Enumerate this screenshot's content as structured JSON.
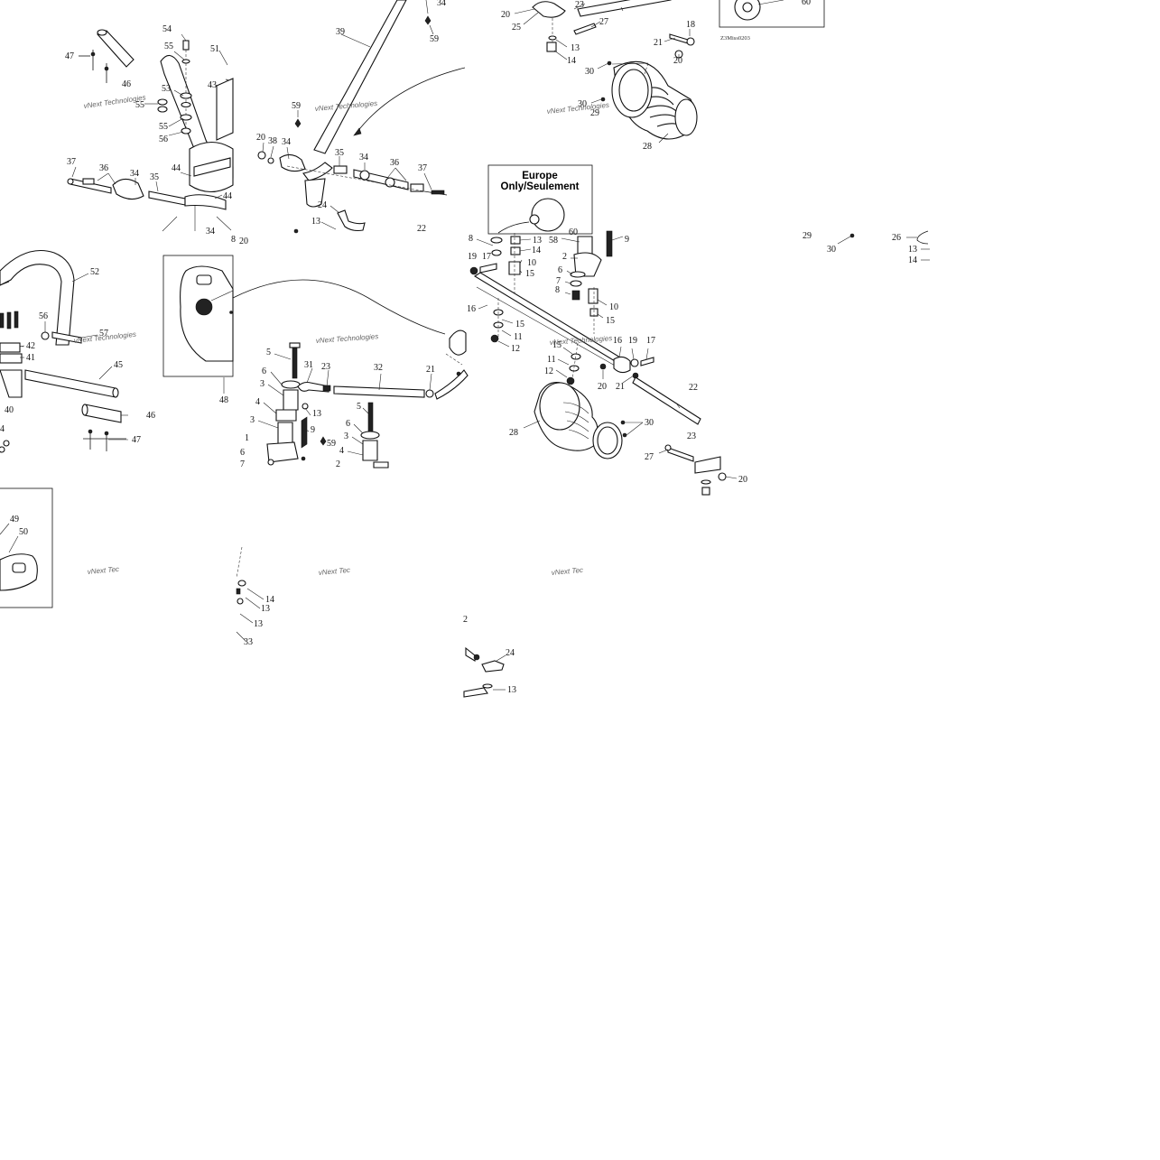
{
  "diagram": {
    "box_title_line1": "Europe",
    "box_title_line2": "Only/Seulement",
    "drawing_code": "Z3Miss0203",
    "watermark": "vNext Technologies",
    "watermark_partial": "vNext Tec",
    "watermark_partial2": "vNext Tec",
    "tiles": [
      {
        "id": "t1",
        "labels": [
          "47",
          "46",
          "54",
          "55",
          "51",
          "43",
          "53",
          "55",
          "55",
          "56",
          "37",
          "36",
          "34",
          "35",
          "44",
          "44",
          "20",
          "8",
          "34"
        ]
      },
      {
        "id": "t2",
        "labels": [
          "39",
          "34",
          "59",
          "59",
          "20",
          "38",
          "34",
          "35",
          "34",
          "36",
          "37",
          "24",
          "13",
          "22"
        ]
      },
      {
        "id": "t3",
        "labels": [
          "20",
          "23",
          "25",
          "27",
          "13",
          "14",
          "30",
          "30",
          "29",
          "28",
          "21",
          "18",
          "20"
        ]
      },
      {
        "id": "t4",
        "labels": [
          "60"
        ]
      },
      {
        "id": "t5",
        "labels": [
          "52",
          "56",
          "57",
          "42",
          "41",
          "45",
          "40",
          "46",
          "47",
          "4"
        ]
      },
      {
        "id": "t6",
        "labels": [
          "48"
        ]
      },
      {
        "id": "t7",
        "labels": [
          "5",
          "6",
          "3",
          "4",
          "3",
          "1",
          "6",
          "7",
          "31",
          "23",
          "13",
          "9",
          "59",
          "32",
          "21",
          "5",
          "6",
          "3",
          "4",
          "2"
        ]
      },
      {
        "id": "t8",
        "labels": [
          "8",
          "19",
          "17",
          "13",
          "14",
          "58",
          "60",
          "9",
          "10",
          "15",
          "2",
          "6",
          "7",
          "8",
          "10",
          "15",
          "16",
          "15",
          "11",
          "12",
          "15",
          "11",
          "12",
          "20",
          "16",
          "19",
          "17",
          "21",
          "22",
          "28",
          "30",
          "23",
          "27",
          "20"
        ]
      },
      {
        "id": "t9",
        "labels": [
          "29",
          "30",
          "26",
          "13",
          "14"
        ]
      },
      {
        "id": "t10",
        "labels": [
          "49",
          "50"
        ]
      },
      {
        "id": "t11",
        "labels": [
          "14",
          "13",
          "13",
          "33"
        ]
      },
      {
        "id": "t12",
        "labels": [
          "2",
          "24",
          "13"
        ]
      }
    ]
  }
}
